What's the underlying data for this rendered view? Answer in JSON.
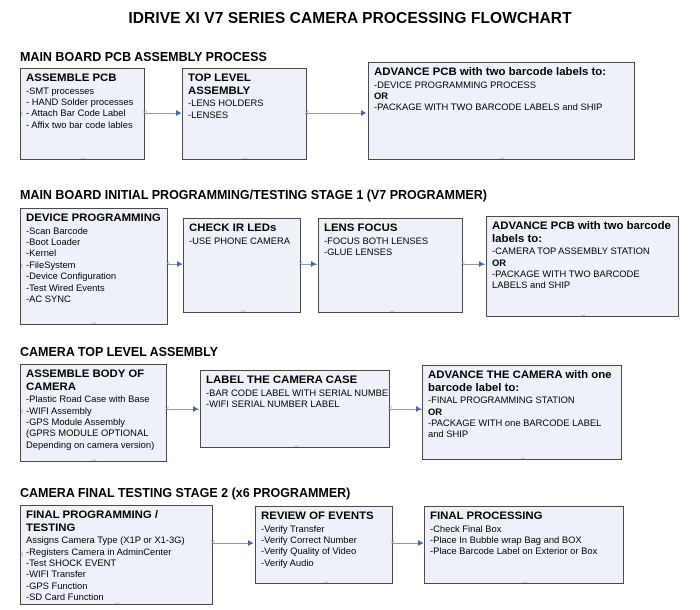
{
  "document": {
    "title": "IDRIVE XI V7 SERIES CAMERA PROCESSING FLOWCHART"
  },
  "colors": {
    "box_fill": "#eef1f8",
    "box_border": "#4a4a4a",
    "connector": "#8a9ab5",
    "arrow": "#4666b0",
    "text": "#000000"
  },
  "sections": [
    {
      "title": "MAIN BOARD PCB ASSEMBLY PROCESS",
      "boxes": [
        {
          "name": "assemble-pcb",
          "header": "ASSEMBLE PCB",
          "lines": [
            {
              "text": "-SMT processes",
              "bold": false
            },
            {
              "text": "- HAND Solder processes",
              "bold": false
            },
            {
              "text": "- Attach Bar Code Label",
              "bold": false
            },
            {
              "text": "- Affix two bar code lables",
              "bold": false
            }
          ]
        },
        {
          "name": "top-level-assembly",
          "header": "TOP LEVEL ASSEMBLY",
          "lines": [
            {
              "text": "-LENS HOLDERS",
              "bold": false
            },
            {
              "text": "-LENSES",
              "bold": false
            }
          ]
        },
        {
          "name": "advance-pcb-two-barcode-labels",
          "header": "ADVANCE PCB with two barcode labels to:",
          "lines": [
            {
              "text": "-DEVICE PROGRAMMING PROCESS",
              "bold": false
            },
            {
              "text": "OR",
              "bold": true
            },
            {
              "text": "-PACKAGE WITH TWO BARCODE LABELS and SHIP",
              "bold": false
            }
          ]
        }
      ]
    },
    {
      "title": "MAIN BOARD INITIAL PROGRAMMING/TESTING STAGE 1 (V7 PROGRAMMER)",
      "boxes": [
        {
          "name": "device-programming",
          "header": "DEVICE PROGRAMMING",
          "lines": [
            {
              "text": "-Scan Barcode",
              "bold": false
            },
            {
              "text": "-Boot Loader",
              "bold": false
            },
            {
              "text": "-Kernel",
              "bold": false
            },
            {
              "text": "-FileSystem",
              "bold": false
            },
            {
              "text": "-Device Configuration",
              "bold": false
            },
            {
              "text": "-Test Wired Events",
              "bold": false
            },
            {
              "text": "-AC SYNC",
              "bold": false
            }
          ]
        },
        {
          "name": "check-ir-leds",
          "header": "CHECK IR LEDs",
          "lines": [
            {
              "text": "-USE PHONE CAMERA",
              "bold": false
            }
          ]
        },
        {
          "name": "lens-focus",
          "header": "LENS FOCUS",
          "lines": [
            {
              "text": "-FOCUS BOTH LENSES",
              "bold": false
            },
            {
              "text": "-GLUE LENSES",
              "bold": false
            }
          ]
        },
        {
          "name": "advance-pcb-to-camera-top-assembly",
          "header": "ADVANCE PCB with two barcode labels to:",
          "lines": [
            {
              "text": "-CAMERA TOP ASSEMBLY STATION",
              "bold": false
            },
            {
              "text": "OR",
              "bold": true
            },
            {
              "text": "-PACKAGE WITH TWO BARCODE LABELS and SHIP",
              "bold": false
            }
          ]
        }
      ]
    },
    {
      "title": "CAMERA TOP LEVEL ASSEMBLY",
      "boxes": [
        {
          "name": "assemble-body-of-camera",
          "header": "ASSEMBLE BODY OF CAMERA",
          "lines": [
            {
              "text": "-Plastic Road Case with Base",
              "bold": false
            },
            {
              "text": "-WIFI Assembly",
              "bold": false
            },
            {
              "text": "-GPS Module Assembly",
              "bold": false
            },
            {
              "text": "(GPRS MODULE OPTIONAL",
              "bold": false
            },
            {
              "text": "Depending on camera version)",
              "bold": false
            }
          ]
        },
        {
          "name": "label-the-camera-case",
          "header": "LABEL THE CAMERA CASE",
          "lines": [
            {
              "text": "-BAR CODE LABEL WITH SERIAL NUMBER",
              "bold": false
            },
            {
              "text": "-WIFI SERIAL NUMBER LABEL",
              "bold": false
            }
          ]
        },
        {
          "name": "advance-the-camera-one-barcode-label",
          "header": "ADVANCE THE CAMERA with one barcode label to:",
          "lines": [
            {
              "text": "-FINAL PROGRAMMING STATION",
              "bold": false
            },
            {
              "text": "OR",
              "bold": true
            },
            {
              "text": "-PACKAGE WITH one BARCODE LABEL and SHIP",
              "bold": false
            }
          ]
        }
      ]
    },
    {
      "title": "CAMERA FINAL TESTING STAGE 2 (x6 PROGRAMMER)",
      "boxes": [
        {
          "name": "final-programming-testing",
          "header": "FINAL PROGRAMMING / TESTING",
          "lines": [
            {
              "text": "Assigns Camera Type (X1P or X1-3G)",
              "bold": false
            },
            {
              "text": "-Registers Camera in AdminCenter",
              "bold": false
            },
            {
              "text": "-Test SHOCK EVENT",
              "bold": false
            },
            {
              "text": "-WIFI Transfer",
              "bold": false
            },
            {
              "text": "-GPS Function",
              "bold": false
            },
            {
              "text": "-SD Card Function",
              "bold": false
            }
          ]
        },
        {
          "name": "review-of-events",
          "header": "REVIEW OF EVENTS",
          "lines": [
            {
              "text": "-Verify Transfer",
              "bold": false
            },
            {
              "text": "-Verify Correct Number",
              "bold": false
            },
            {
              "text": "-Verify Quality of Video",
              "bold": false
            },
            {
              "text": "-Verify Audio",
              "bold": false
            }
          ]
        },
        {
          "name": "final-processing",
          "header": "FINAL PROCESSING",
          "lines": [
            {
              "text": " -Check Final Box",
              "bold": false
            },
            {
              "text": "-Place In Bubble wrap Bag and BOX",
              "bold": false
            },
            {
              "text": "-Place Barcode Label on Exterior or Box",
              "bold": false
            }
          ]
        }
      ]
    }
  ]
}
